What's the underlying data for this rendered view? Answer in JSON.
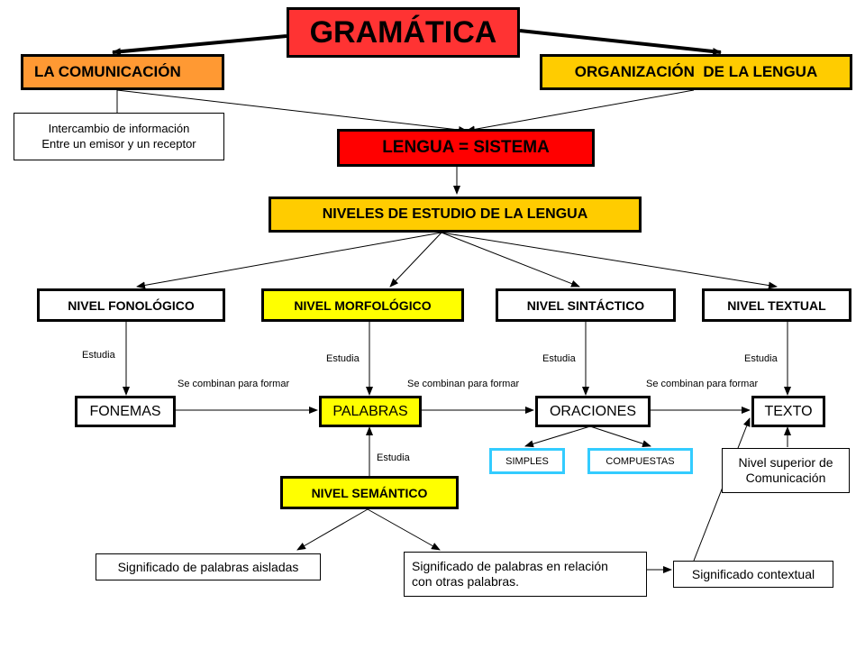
{
  "colors": {
    "title_bg": "#ff3333",
    "orange": "#ff9933",
    "gold": "#ffcc00",
    "red": "#ff0000",
    "yellow": "#ffff00",
    "cyan_border": "#33ccff",
    "white": "#ffffff"
  },
  "title": "GRAMÁTICA",
  "communication": {
    "label": "LA COMUNICACIÓN",
    "definition": [
      "Intercambio de información",
      "Entre un emisor y un receptor"
    ]
  },
  "organization": "ORGANIZACIÓN  DE LA LENGUA",
  "system": "LENGUA = SISTEMA",
  "study_levels": "NIVELES DE ESTUDIO DE LA LENGUA",
  "levels": {
    "phonological": "NIVEL FONOLÓGICO",
    "morphological": "NIVEL MORFOLÓGICO",
    "syntactic": "NIVEL SINTÁCTICO",
    "textual": "NIVEL TEXTUAL",
    "semantic": "NIVEL SEMÁNTICO"
  },
  "units": {
    "phonemes": "FONEMAS",
    "words": "PALABRAS",
    "sentences": "ORACIONES",
    "text": "TEXTO"
  },
  "sentence_types": {
    "simple": "SIMPLES",
    "compound": "COMPUESTAS"
  },
  "edge_labels": {
    "studies": "Estudia",
    "combine": "Se combinan para formar"
  },
  "meanings": {
    "isolated": "Significado de palabras aisladas",
    "related": [
      "Significado de palabras en relación",
      "con otras palabras."
    ],
    "contextual": "Significado contextual",
    "superior": [
      "Nivel superior de",
      "Comunicación"
    ]
  }
}
